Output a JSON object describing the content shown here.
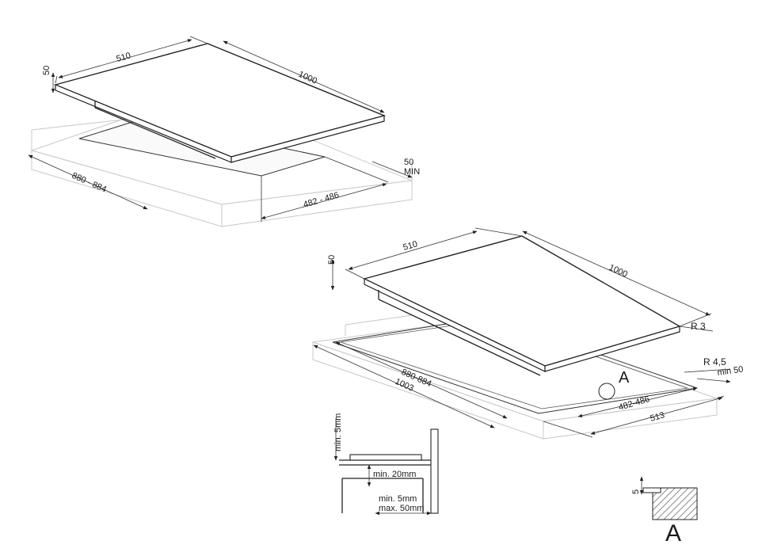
{
  "top_view": {
    "width_label": "510",
    "length_label": "1000",
    "height_label": "50",
    "cutout_length_label": "880 - 884",
    "cutout_width_label": "482 - 486",
    "min_back_value": "50",
    "min_back_unit": "MIN"
  },
  "bottom_view": {
    "width_label": "510",
    "length_label": "1000",
    "height_label": "50",
    "corner_radius_label": "R 3",
    "cutout_radius_label": "R 4,5",
    "min_back_label": "min 50",
    "cutout_length_label": "880-884",
    "outer_length_label": "1003",
    "cutout_width_label": "482-486",
    "outer_width_label": "513",
    "detail_marker": "A"
  },
  "section": {
    "top_clearance_min": "min. 5mm",
    "below_clearance_min": "min. 20mm",
    "gap_min": "min. 5mm",
    "gap_max": "max. 50mm"
  },
  "detail": {
    "depth_label": "5",
    "title": "A"
  }
}
